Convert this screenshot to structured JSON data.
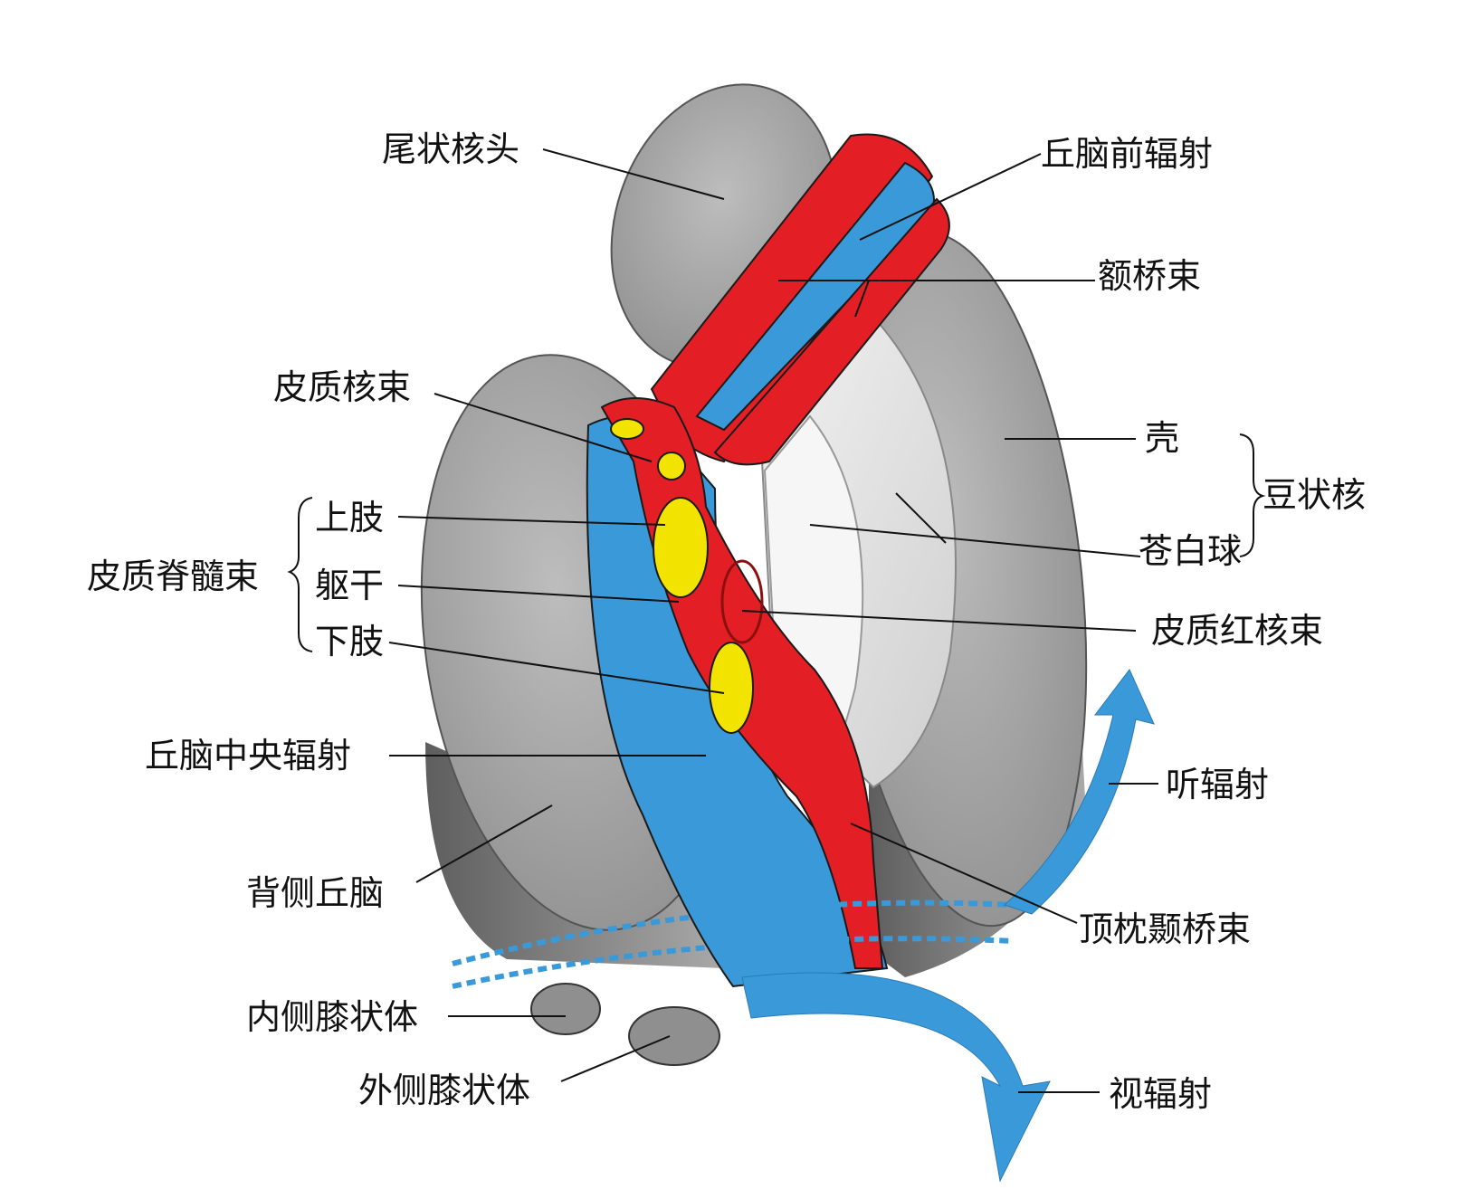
{
  "labels": {
    "caudate_head": "尾状核头",
    "anterior_thalamic_radiation": "丘脑前辐射",
    "frontopontine_tract": "额桥束",
    "corticonuclear_tract": "皮质核束",
    "putamen": "壳",
    "lentiform_nucleus": "豆状核",
    "globus_pallidus": "苍白球",
    "corticospinal_tract": "皮质脊髓束",
    "upper_limb": "上肢",
    "trunk": "躯干",
    "lower_limb": "下肢",
    "corticorubral_tract": "皮质红核束",
    "central_thalamic_radiation": "丘脑中央辐射",
    "auditory_radiation": "听辐射",
    "dorsal_thalamus": "背侧丘脑",
    "parieto_occipito_temporopontine_tract": "顶枕颞桥束",
    "medial_geniculate_body": "内侧膝状体",
    "lateral_geniculate_body": "外侧膝状体",
    "optic_radiation": "视辐射"
  },
  "colors": {
    "gray_structure": "#9c9c9c",
    "light_gray": "#dcdcdc",
    "motor_red": "#e31e24",
    "sensory_blue": "#3a9ad9",
    "somatotopic_yellow": "#f3e400",
    "outline": "#1a1a1a"
  }
}
